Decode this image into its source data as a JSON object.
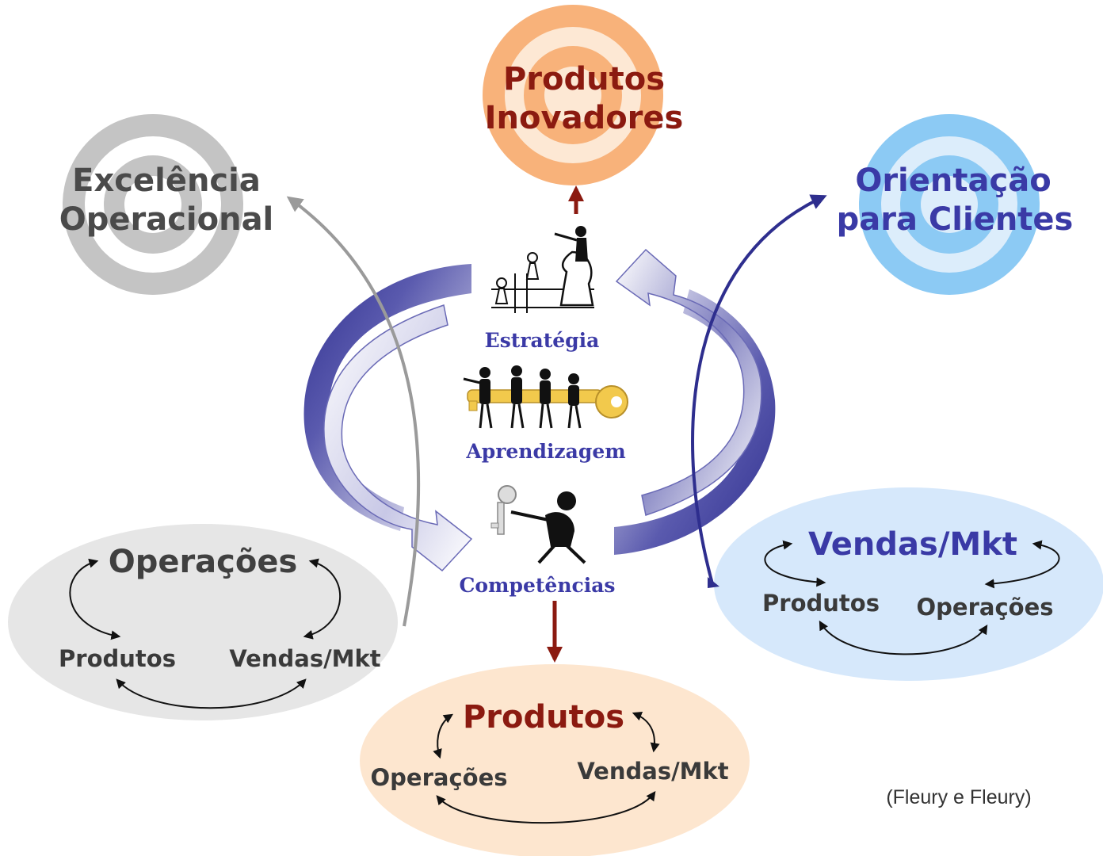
{
  "targets": {
    "top": {
      "line1": "Produtos",
      "line2": "Inovadores",
      "color": "#8b1a10",
      "ring_color": "#f8b27a"
    },
    "left": {
      "line1": "Excelência",
      "line2": "Operacional",
      "color": "#4a4a4a",
      "ring_color": "#bdbdbd"
    },
    "right": {
      "line1": "Orientação",
      "line2": "para Clientes",
      "color": "#3a3aa6",
      "ring_color": "#7fc2f2"
    }
  },
  "center": {
    "strategy_label": "Estratégia",
    "learning_label": "Aprendizagem",
    "competencies_label": "Competências"
  },
  "ellipses": {
    "left": {
      "title": "Operações",
      "sub_left": "Produtos",
      "sub_right": "Vendas/Mkt",
      "title_color": "#404040",
      "fill": "#e6e6e6"
    },
    "bottom": {
      "title": "Produtos",
      "sub_left": "Operações",
      "sub_right": "Vendas/Mkt",
      "title_color": "#8b1a10",
      "fill": "#fde6cf"
    },
    "right": {
      "title": "Vendas/Mkt",
      "sub_left": "Produtos",
      "sub_right": "Operações",
      "title_color": "#3a3aa6",
      "fill": "#d6e8fb"
    }
  },
  "credit": "(Fleury e Fleury)",
  "colors": {
    "navy": "#2e2e8e",
    "dark_red": "#8b1a10",
    "gray_arrow": "#9a9a9a",
    "cycle_arrow": "#111111"
  }
}
